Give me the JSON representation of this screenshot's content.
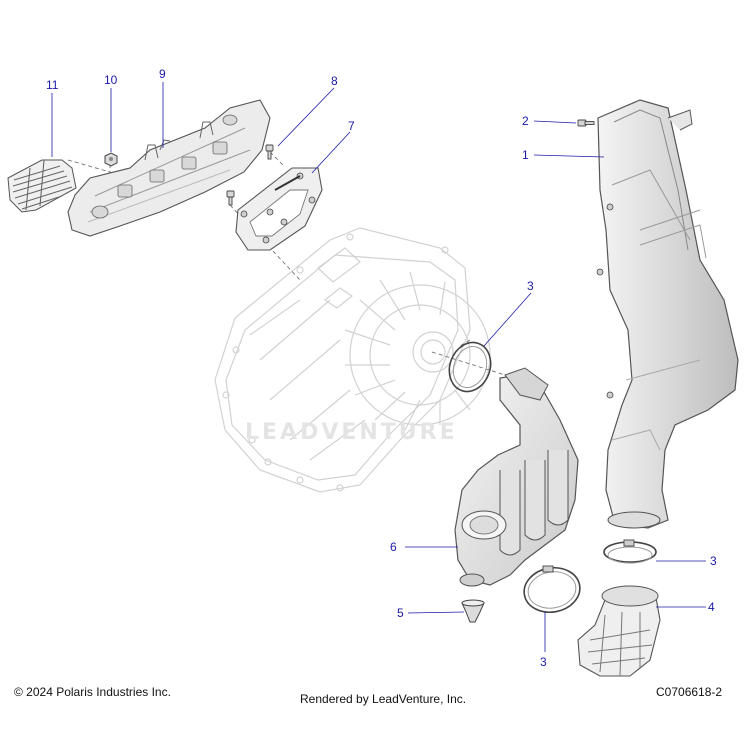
{
  "callouts": {
    "c1": "1",
    "c2": "2",
    "c3a": "3",
    "c3b": "3",
    "c3c": "3",
    "c4": "4",
    "c5": "5",
    "c6": "6",
    "c7": "7",
    "c8": "8",
    "c9": "9",
    "c10": "10",
    "c11": "11"
  },
  "watermark": "LEADVENTURE",
  "footer": {
    "copyright": "© 2024 Polaris Industries Inc.",
    "rendered_by": "Rendered by LeadVenture, Inc.",
    "diagram_id": "C0706618-2"
  },
  "colors": {
    "callout": "#1a1aa8",
    "part_fill": "#e9e9e9",
    "part_stroke": "#555555",
    "ghost_stroke": "#cfcfcf"
  }
}
